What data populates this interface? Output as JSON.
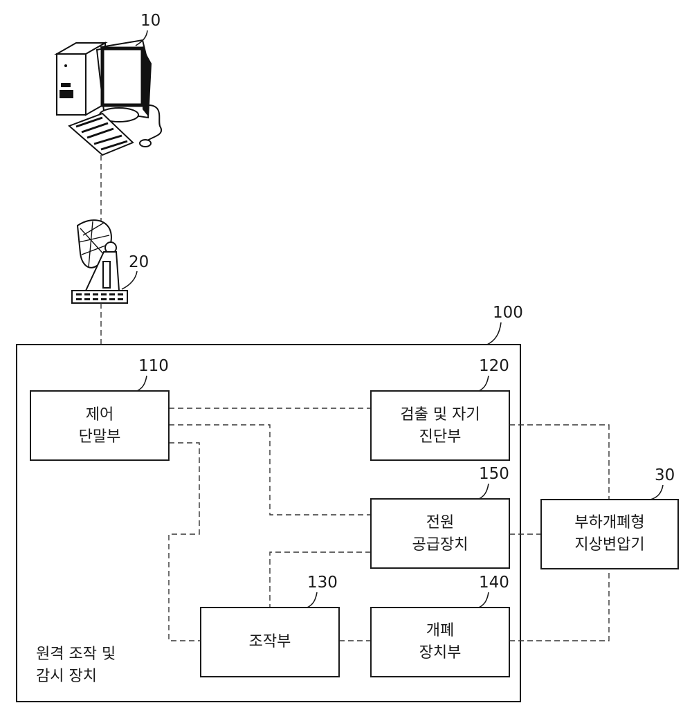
{
  "computer": {
    "ref": "10"
  },
  "antenna": {
    "ref": "20"
  },
  "transformer": {
    "ref": "30",
    "line1": "부하개폐형",
    "line2": "지상변압기"
  },
  "device": {
    "ref": "100",
    "line1": "원격 조작 및",
    "line2": "감시 장치"
  },
  "control_terminal": {
    "ref": "110",
    "line1": "제어",
    "line2": "단말부"
  },
  "detection_unit": {
    "ref": "120",
    "line1": "검출 및 자기",
    "line2": "진단부"
  },
  "power_supply": {
    "ref": "150",
    "line1": "전원",
    "line2": "공급장치"
  },
  "operation_unit": {
    "ref": "130",
    "line1": "조작부"
  },
  "switch_unit": {
    "ref": "140",
    "line1": "개폐",
    "line2": "장치부"
  }
}
